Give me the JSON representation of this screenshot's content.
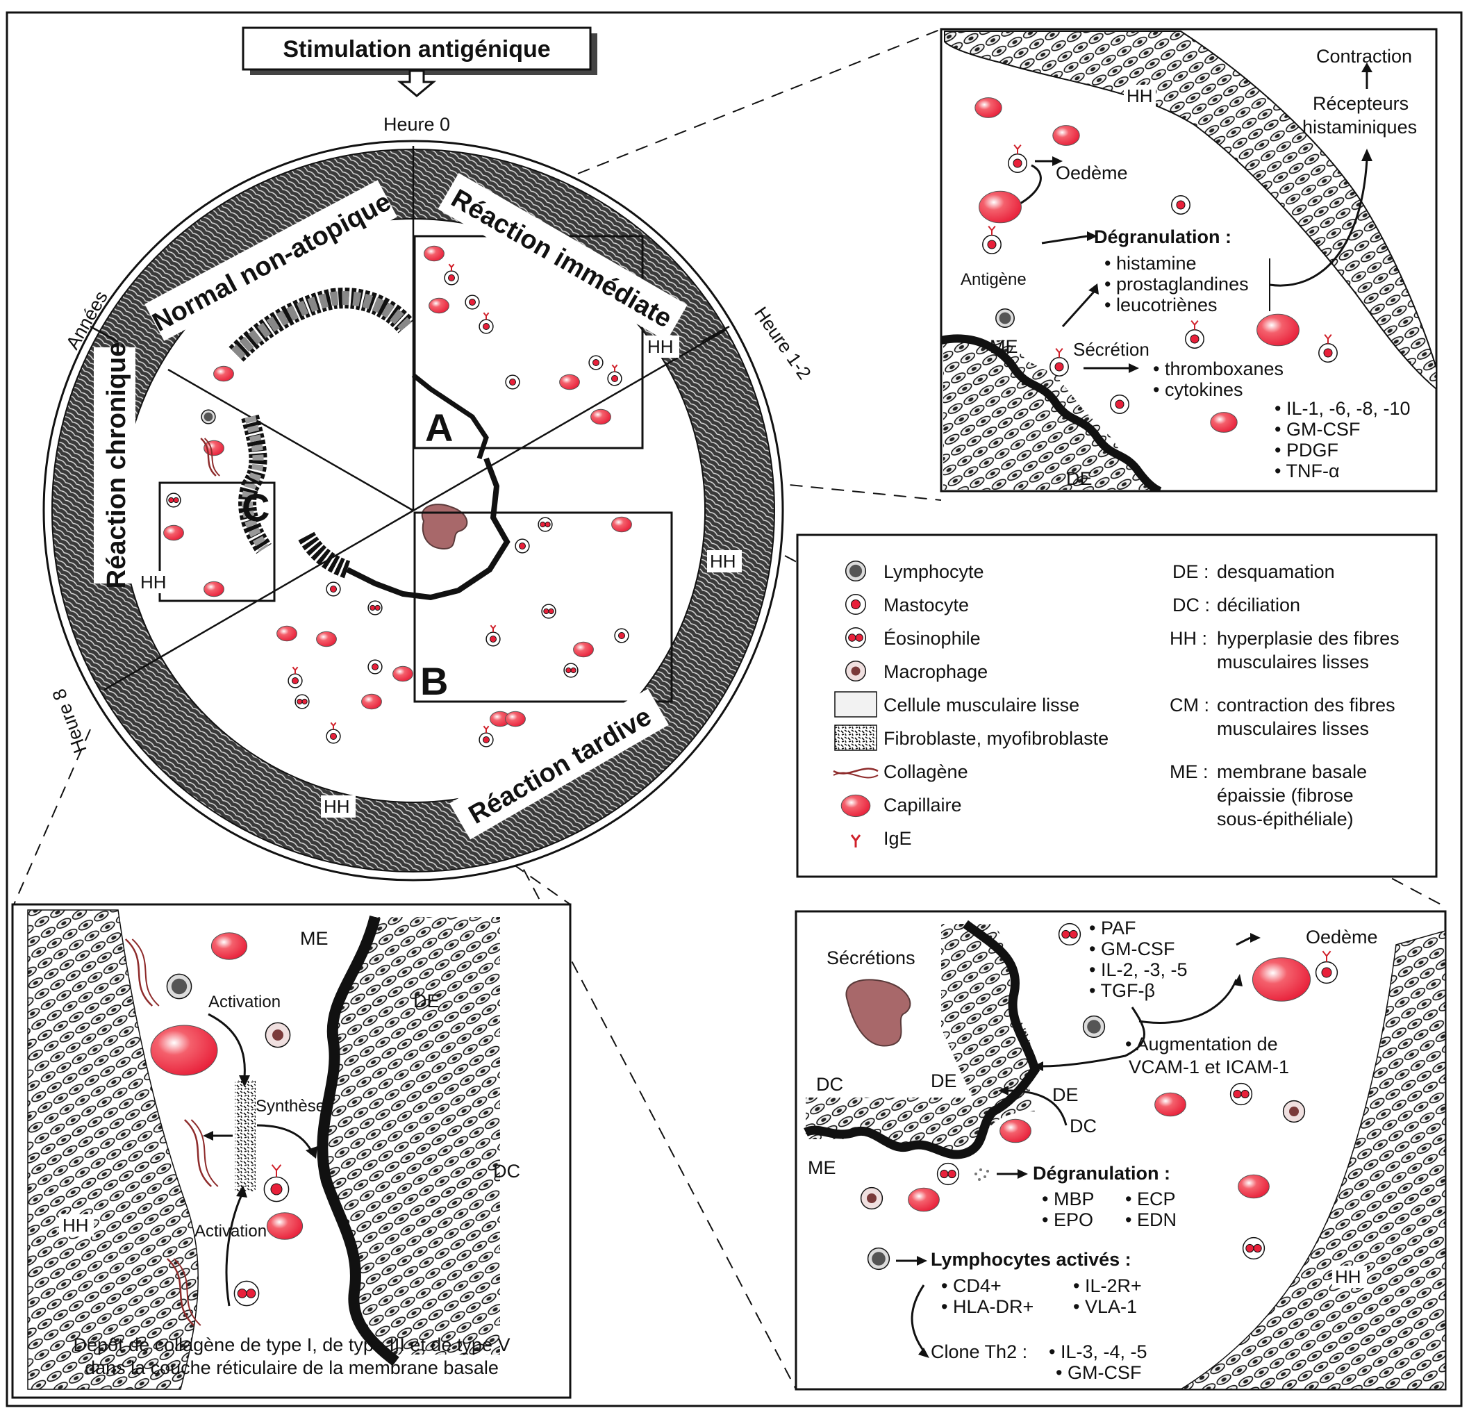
{
  "title": "Stimulation antigénique",
  "circle": {
    "time_labels": {
      "hour0": "Heure 0",
      "hour12": "Heure 1-2",
      "hour8": "Heure 8",
      "years": "Années"
    },
    "sectors": {
      "normal": "Normal non-atopique",
      "immediate": "Réaction immédiate",
      "late": "Réaction tardive",
      "chronic": "Réaction chronique"
    },
    "zoom_letters": {
      "a": "A",
      "b": "B",
      "c": "C"
    },
    "hh": "HH"
  },
  "panel_a": {
    "contraction": "Contraction",
    "receptors_line1": "Récepteurs",
    "receptors_line2": "histaminiques",
    "hh": "HH",
    "oedema": "Oedème",
    "antigen": "Antigène",
    "degranulation_title": "Dégranulation :",
    "degranulation_items": [
      "• histamine",
      "• prostaglandines",
      "• leucotriènes"
    ],
    "me": "ME",
    "secretion": "Sécrétion",
    "secretion_items": [
      "• thromboxanes",
      "• cytokines"
    ],
    "cytokines": [
      "• IL-1, -6, -8, -10",
      "• GM-CSF",
      "• PDGF",
      "• TNF-α"
    ],
    "de": "DE"
  },
  "legend": {
    "cells": [
      {
        "icon": "lymphocyte-icon",
        "label": "Lymphocyte"
      },
      {
        "icon": "mastocyte-icon",
        "label": "Mastocyte"
      },
      {
        "icon": "eosinophil-icon",
        "label": "Éosinophile"
      },
      {
        "icon": "macrophage-icon",
        "label": "Macrophage"
      },
      {
        "icon": "smooth-muscle-cell-icon",
        "label": "Cellule musculaire lisse"
      },
      {
        "icon": "fibroblast-icon",
        "label": "Fibroblaste, myofibroblaste"
      },
      {
        "icon": "collagen-icon",
        "label": "Collagène"
      },
      {
        "icon": "capillary-icon",
        "label": "Capillaire"
      },
      {
        "icon": "ige-icon",
        "label": "IgE"
      }
    ],
    "abbreviations": [
      {
        "abbr": "DE :",
        "lines": [
          "desquamation"
        ]
      },
      {
        "abbr": "DC :",
        "lines": [
          "déciliation"
        ]
      },
      {
        "abbr": "HH :",
        "lines": [
          "hyperplasie des fibres",
          "musculaires lisses"
        ]
      },
      {
        "abbr": "CM :",
        "lines": [
          "contraction des fibres",
          "musculaires lisses"
        ]
      },
      {
        "abbr": "ME :",
        "lines": [
          "membrane basale",
          "épaissie (fibrose",
          "sous-épithéliale)"
        ]
      }
    ]
  },
  "panel_c": {
    "me": "ME",
    "de": "DE",
    "dc": "DC",
    "hh": "HH",
    "activation_top": "Activation",
    "synthesis": "Synthèse",
    "activation_bottom": "Activation",
    "caption_line1": "Dépôt de collagène de type I, de type III et de type V",
    "caption_line2": "dans la couche réticulaire de la membrane basale"
  },
  "panel_b": {
    "secretions": "Sécrétions",
    "mediators": [
      "• PAF",
      "• GM-CSF",
      "• IL-2, -3, -5",
      "• TGF-β"
    ],
    "oedema": "Oedème",
    "increase_line1": "• Augmentation de",
    "increase_line2": "VCAM-1 et ICAM-1",
    "dc": "DC",
    "de": "DE",
    "de2": "DE",
    "dc2": "DC",
    "me": "ME",
    "degranulation_title": "Dégranulation :",
    "degranulation_left": [
      "• MBP",
      "• EPO"
    ],
    "degranulation_right": [
      "• ECP",
      "• EDN"
    ],
    "lymph_title": "Lymphocytes activés :",
    "lymph_left": [
      "• CD4+",
      "• HLA-DR+"
    ],
    "lymph_right": [
      "• IL-2R+",
      "• VLA-1"
    ],
    "clone": "Clone Th2 :",
    "clone_items": [
      "• IL-3, -4, -5",
      "• GM-CSF"
    ],
    "hh": "HH"
  },
  "colors": {
    "capillary": "#e8203a",
    "ige": "#d0202a",
    "collagen": "#8e2b2b",
    "secretion": "#a8686a",
    "ink": "#111111"
  }
}
